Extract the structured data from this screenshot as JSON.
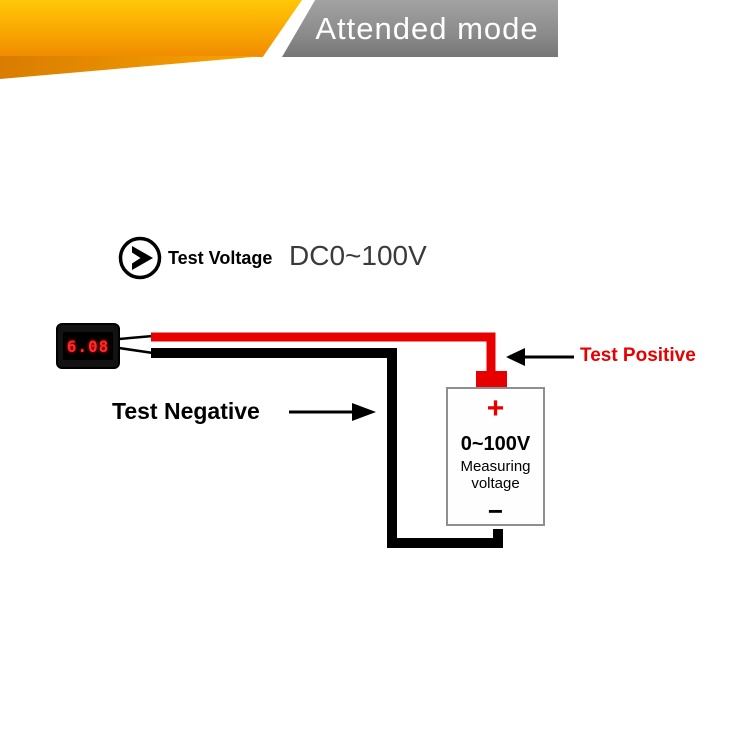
{
  "banner": {
    "title": "Attended mode"
  },
  "intro": {
    "label": "Test Voltage",
    "value": "DC0~100V"
  },
  "meter": {
    "display": "6.08"
  },
  "wiring": {
    "positive_label": "Test Positive",
    "negative_label": "Test Negative"
  },
  "battery": {
    "positive_symbol": "+",
    "range": "0~100V",
    "caption_line1": "Measuring",
    "caption_line2": "voltage",
    "negative_symbol": "−"
  },
  "colors": {
    "banner_orange": "#f9a602",
    "banner_gray": "#8b8b8b",
    "wire_positive": "#e60000",
    "wire_negative": "#000000",
    "positive_label_color": "#e60000",
    "display_digits": "#ff2a2a"
  }
}
